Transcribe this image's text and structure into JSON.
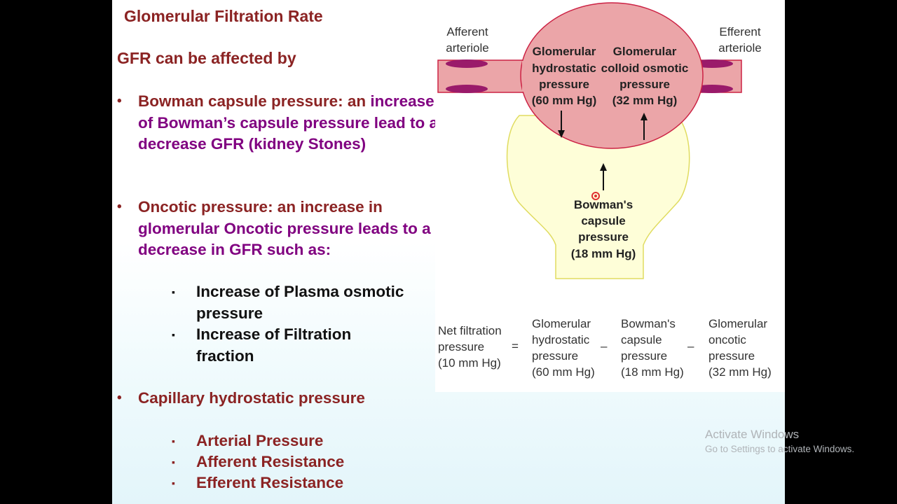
{
  "title": "Glomerular Filtration Rate",
  "intro": "GFR can be affected by",
  "bullets": [
    {
      "marker": "•",
      "lead": "Bowman capsule pressure: an",
      "rest": "increase of Bowman’s capsule pressure lead to a decrease GFR (kidney Stones)"
    },
    {
      "marker": "•",
      "lead": "Oncotic pressure: an increase in",
      "rest": "glomerular Oncotic pressure leads",
      "tail": "to a decrease in GFR such as:"
    },
    {
      "marker": "•",
      "text": "Capillary hydrostatic pressure"
    }
  ],
  "sub_oncotic": [
    {
      "marker": "▪",
      "text": "Increase of Plasma osmotic pressure"
    },
    {
      "marker": "▪",
      "text": "Increase of Filtration fraction"
    }
  ],
  "sub_capillary": [
    {
      "marker": "▪",
      "text": "Arterial Pressure"
    },
    {
      "marker": "▪",
      "text": "Afferent Resistance"
    },
    {
      "marker": "▪",
      "text": "Efferent Resistance"
    }
  ],
  "diagram": {
    "afferent": [
      "Afferent",
      "arteriole"
    ],
    "efferent": [
      "Efferent",
      "arteriole"
    ],
    "glom_hydro": [
      "Glomerular",
      "hydrostatic",
      "pressure",
      "(60 mm Hg)"
    ],
    "glom_colloid": [
      "Glomerular",
      "colloid osmotic",
      "pressure",
      "(32 mm Hg)"
    ],
    "bowman": [
      "Bowman's",
      "capsule",
      "pressure",
      "(18 mm Hg)"
    ]
  },
  "equation": {
    "result": [
      "Net filtration",
      "pressure",
      "(10 mm Hg)"
    ],
    "equals": "=",
    "term1": [
      "Glomerular",
      "hydrostatic",
      "pressure",
      "(60 mm Hg)"
    ],
    "minus1": "–",
    "term2": [
      "Bowman's",
      "capsule",
      "pressure",
      "(18 mm Hg)"
    ],
    "minus2": "–",
    "term3": [
      "Glomerular",
      "oncotic",
      "pressure",
      "(32 mm Hg)"
    ]
  },
  "watermark": {
    "line1": "Activate Windows",
    "line2": "Go to Settings to activate Windows."
  },
  "colors": {
    "heading": "#8b2323",
    "accent_purple": "#800080",
    "glomerulus_fill": "#eba5a8",
    "vessel_edge": "#cc2244",
    "capsule_fill": "#fefed8",
    "capsule_edge": "#e0dc60",
    "vessel_wall": "#9a1a6a"
  }
}
